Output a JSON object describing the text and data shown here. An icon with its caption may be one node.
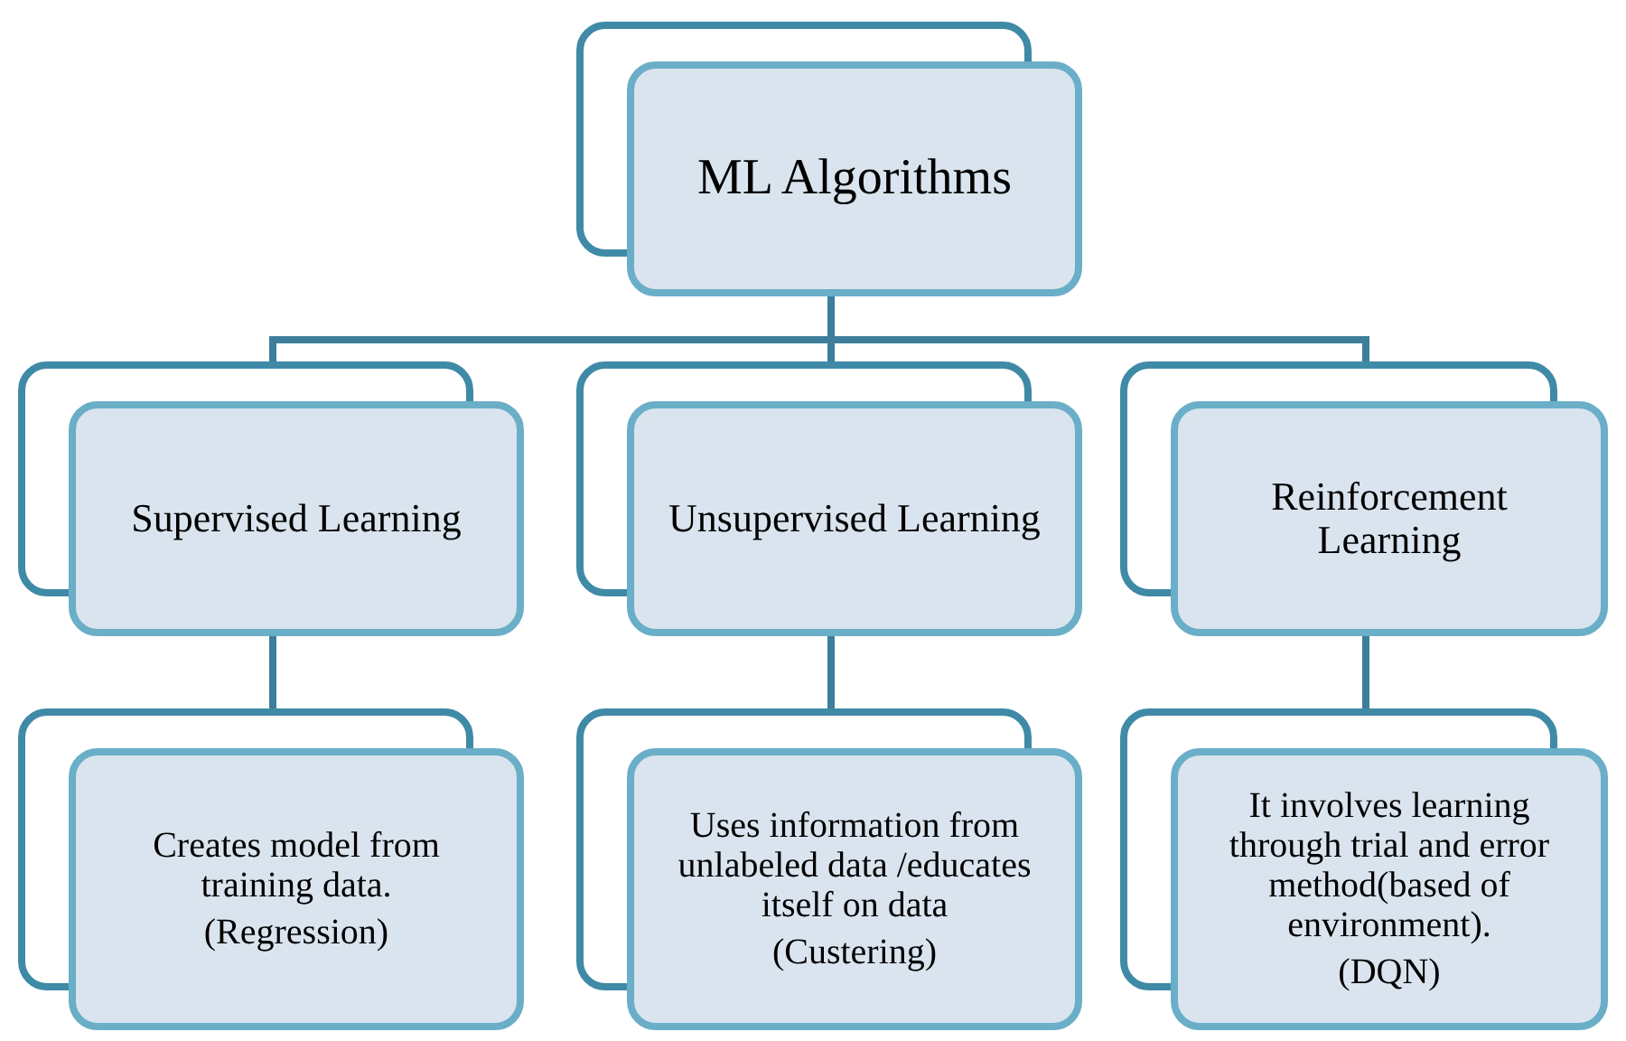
{
  "diagram": {
    "nodes": [
      {
        "text": [
          "ML Algorithms"
        ]
      },
      {
        "text": [
          "Supervised Learning"
        ]
      },
      {
        "text": [
          "Unsupervised Learning"
        ]
      },
      {
        "text": [
          "Reinforcement Learning"
        ]
      },
      {
        "text": [
          "Creates model from training data.",
          "(Regression)"
        ]
      },
      {
        "text": [
          "Uses information from unlabeled data /educates itself on data",
          "(Custering)"
        ]
      },
      {
        "text": [
          "It involves learning through trial and error method(based of environment).",
          "(DQN)"
        ]
      }
    ],
    "edges": [
      {
        "from": 0,
        "to": 1,
        "arrow": "none"
      },
      {
        "from": 0,
        "to": 2,
        "arrow": "none"
      },
      {
        "from": 0,
        "to": 3,
        "arrow": "none"
      },
      {
        "from": 1,
        "to": 4,
        "arrow": "none"
      },
      {
        "from": 2,
        "to": 5,
        "arrow": "none"
      },
      {
        "from": 3,
        "to": 6,
        "arrow": "none"
      }
    ]
  }
}
